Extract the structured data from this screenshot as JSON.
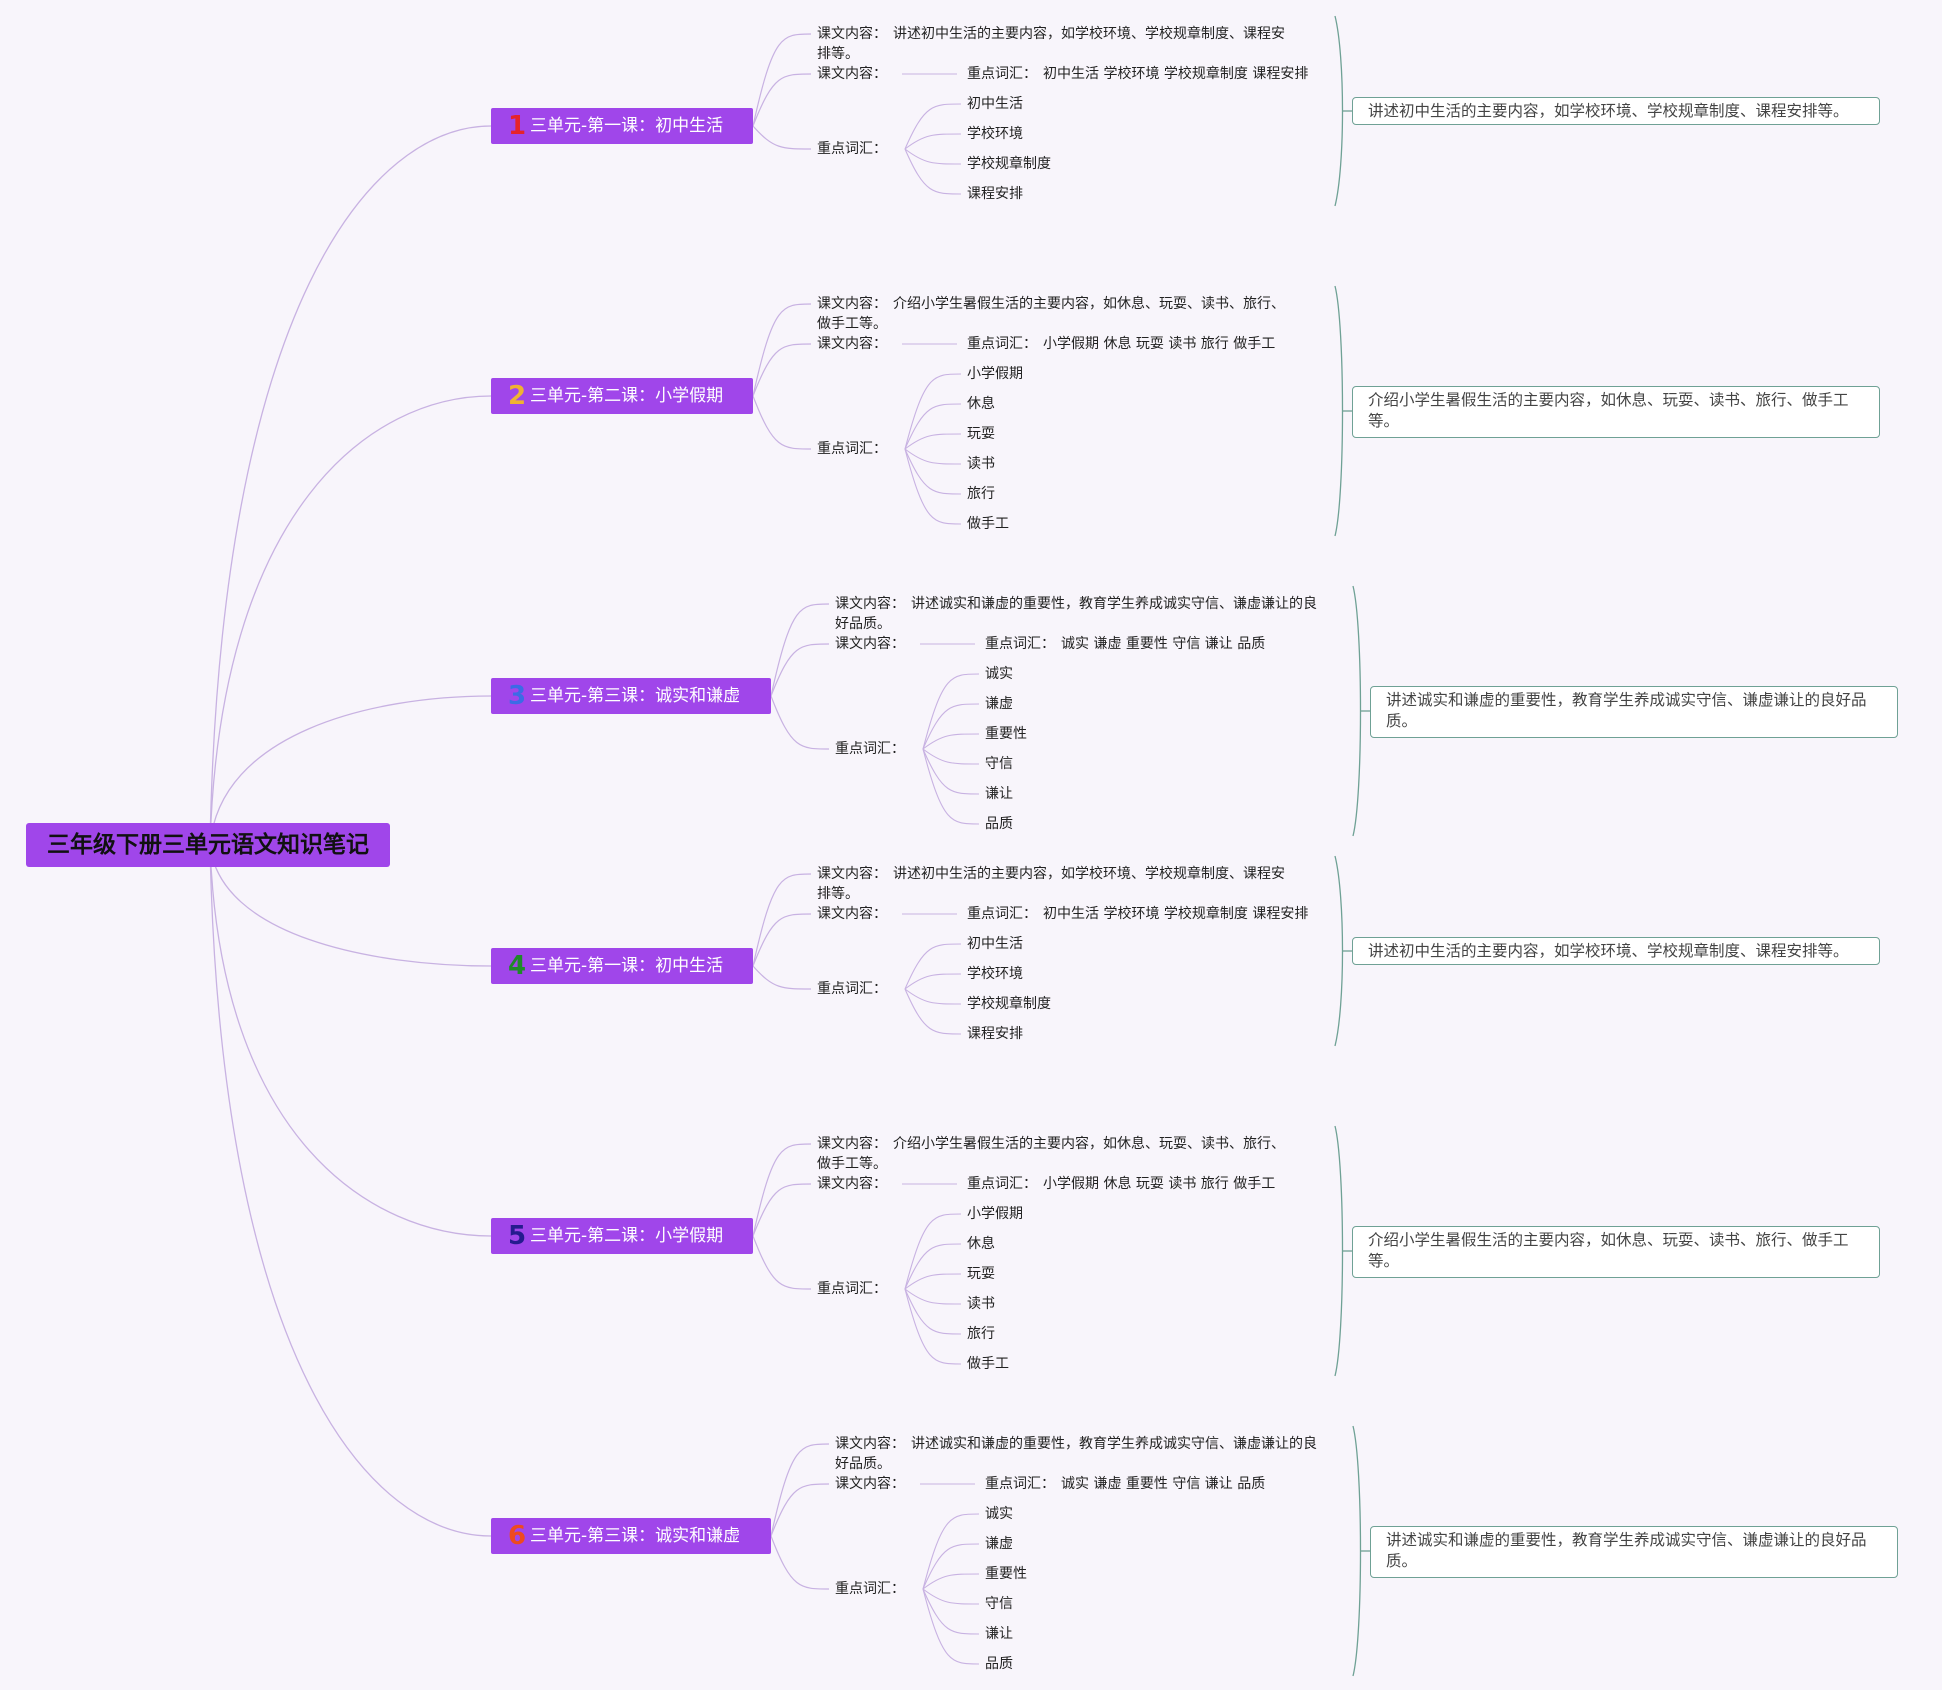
{
  "root": {
    "title": "三年级下册三单元语文知识笔记"
  },
  "colors": {
    "node": "#a046ea",
    "link": "#c8b2e2",
    "summary_border": "#6fa195",
    "numbers": [
      "#e6232b",
      "#f0b232",
      "#3b6be6",
      "#1f8a2a",
      "#251b8f",
      "#ee4a1f"
    ]
  },
  "labels": {
    "content": "课文内容：",
    "keywords": "重点词汇："
  },
  "branches": [
    {
      "num": "1",
      "title": "三单元-第一课：初中生活",
      "content": "讲述初中生活的主要内容，如学校环境、学校规章制度、课程安排等。",
      "keyword_line": "初中生活 学校环境 学校规章制度 课程安排",
      "keywords": [
        "初中生活",
        "学校环境",
        "学校规章制度",
        "课程安排"
      ],
      "summary": "讲述初中生活的主要内容，如学校环境、学校规章制度、课程安排等。"
    },
    {
      "num": "2",
      "title": "三单元-第二课：小学假期",
      "content": "介绍小学生暑假生活的主要内容，如休息、玩耍、读书、旅行、做手工等。",
      "keyword_line": "小学假期 休息 玩耍 读书 旅行 做手工",
      "keywords": [
        "小学假期",
        "休息",
        "玩耍",
        "读书",
        "旅行",
        "做手工"
      ],
      "summary": "介绍小学生暑假生活的主要内容，如休息、玩耍、读书、旅行、做手工等。"
    },
    {
      "num": "3",
      "title": "三单元-第三课：诚实和谦虚",
      "content": "讲述诚实和谦虚的重要性，教育学生养成诚实守信、谦虚谦让的良好品质。",
      "keyword_line": "诚实 谦虚 重要性 守信 谦让 品质",
      "keywords": [
        "诚实",
        "谦虚",
        "重要性",
        "守信",
        "谦让",
        "品质"
      ],
      "summary": "讲述诚实和谦虚的重要性，教育学生养成诚实守信、谦虚谦让的良好品质。"
    },
    {
      "num": "4",
      "title": "三单元-第一课：初中生活",
      "content": "讲述初中生活的主要内容，如学校环境、学校规章制度、课程安排等。",
      "keyword_line": "初中生活 学校环境 学校规章制度 课程安排",
      "keywords": [
        "初中生活",
        "学校环境",
        "学校规章制度",
        "课程安排"
      ],
      "summary": "讲述初中生活的主要内容，如学校环境、学校规章制度、课程安排等。"
    },
    {
      "num": "5",
      "title": "三单元-第二课：小学假期",
      "content": "介绍小学生暑假生活的主要内容，如休息、玩耍、读书、旅行、做手工等。",
      "keyword_line": "小学假期 休息 玩耍 读书 旅行 做手工",
      "keywords": [
        "小学假期",
        "休息",
        "玩耍",
        "读书",
        "旅行",
        "做手工"
      ],
      "summary": "介绍小学生暑假生活的主要内容，如休息、玩耍、读书、旅行、做手工等。"
    },
    {
      "num": "6",
      "title": "三单元-第三课：诚实和谦虚",
      "content": "讲述诚实和谦虚的重要性，教育学生养成诚实守信、谦虚谦让的良好品质。",
      "keyword_line": "诚实 谦虚 重要性 守信 谦让 品质",
      "keywords": [
        "诚实",
        "谦虚",
        "重要性",
        "守信",
        "谦让",
        "品质"
      ],
      "summary": "讲述诚实和谦虚的重要性，教育学生养成诚实守信、谦虚谦让的良好品质。"
    }
  ]
}
